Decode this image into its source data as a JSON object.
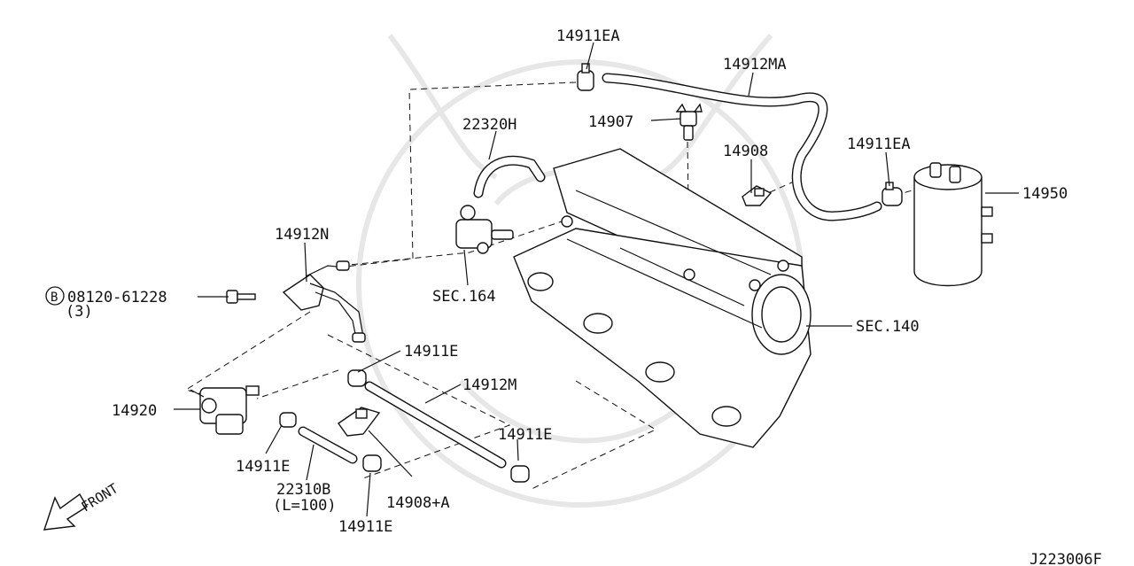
{
  "diagram": {
    "labels": {
      "p14911EA_top": "14911EA",
      "p14912MA": "14912MA",
      "p22320H": "22320H",
      "p14907": "14907",
      "p14908": "14908",
      "p14911EA_right": "14911EA",
      "p14950": "14950",
      "p14912N": "14912N",
      "bolt_symbol": "B",
      "bolt_code": "08120-61228",
      "bolt_qty": "(3)",
      "sec164": "SEC.164",
      "sec140": "SEC.140",
      "p14911E_a": "14911E",
      "p14912M": "14912M",
      "p14920": "14920",
      "p14911E_b": "14911E",
      "p14911E_c": "14911E",
      "p22310B": "22310B",
      "p22310B_len": "(L=100)",
      "p14908A": "14908+A",
      "p14911E_d": "14911E",
      "front": "FRONT",
      "diagram_id": "J223006F"
    }
  }
}
